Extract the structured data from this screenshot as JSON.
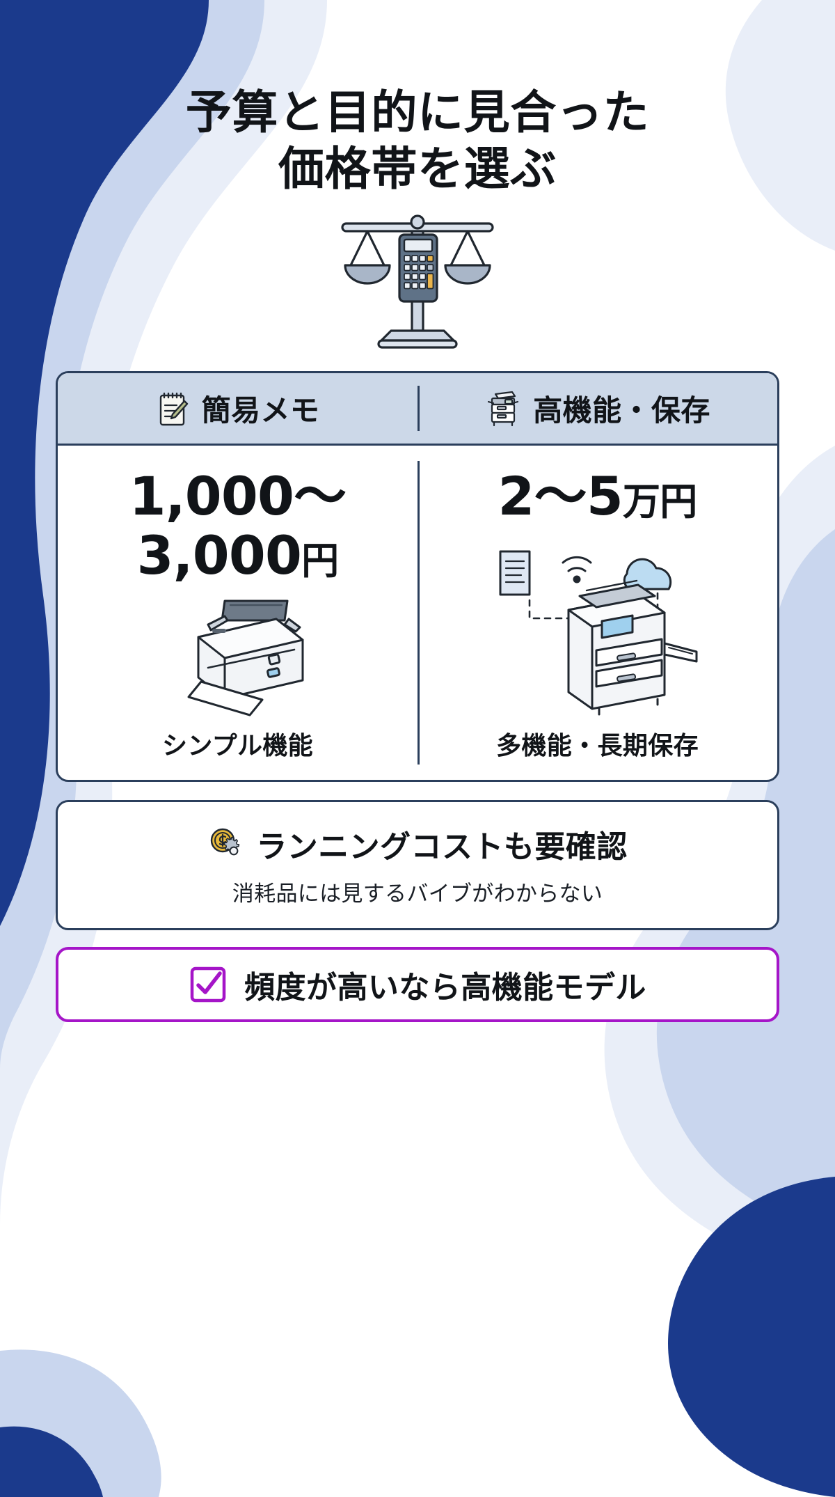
{
  "theme": {
    "deep_blue": "#1b3a8c",
    "mid_blue": "#3558a8",
    "pale_blue": "#dfe7f4",
    "border_navy": "#2b3f5c",
    "header_fill": "#ccd8e8",
    "accent_purple": "#a515c8",
    "ink": "#111418",
    "coin_gold": "#e8b93a",
    "device_gray": "#9aa7b8"
  },
  "title": {
    "line1": "予算と目的に見合った",
    "line2": "価格帯を選ぶ"
  },
  "hero_icon": "balance-scale-calculator-icon",
  "comparison": {
    "columns": [
      {
        "icon": "notepad-pencil-icon",
        "header": "簡易メモ",
        "price_line1": "1,000〜",
        "price_line2_amount": "3,000",
        "price_line2_unit": "円",
        "device_icon": "sheetfed-scanner-icon",
        "caption": "シンプル機能"
      },
      {
        "icon": "multifunction-printer-icon",
        "header": "高機能・保存",
        "price_line1": "2〜5",
        "price_line1_unit": "万円",
        "price_line2_amount": "",
        "price_line2_unit": "",
        "device_icon": "mfp-cloud-document-icon",
        "caption": "多機能・長期保存"
      }
    ]
  },
  "note": {
    "icon": "coin-gear-icon",
    "title": "ランニングコストも要確認",
    "subtitle": "消耗品には見するバイブがわからない"
  },
  "highlight": {
    "icon": "checkbox-checked-icon",
    "label": "頻度が高いなら高機能モデル"
  }
}
